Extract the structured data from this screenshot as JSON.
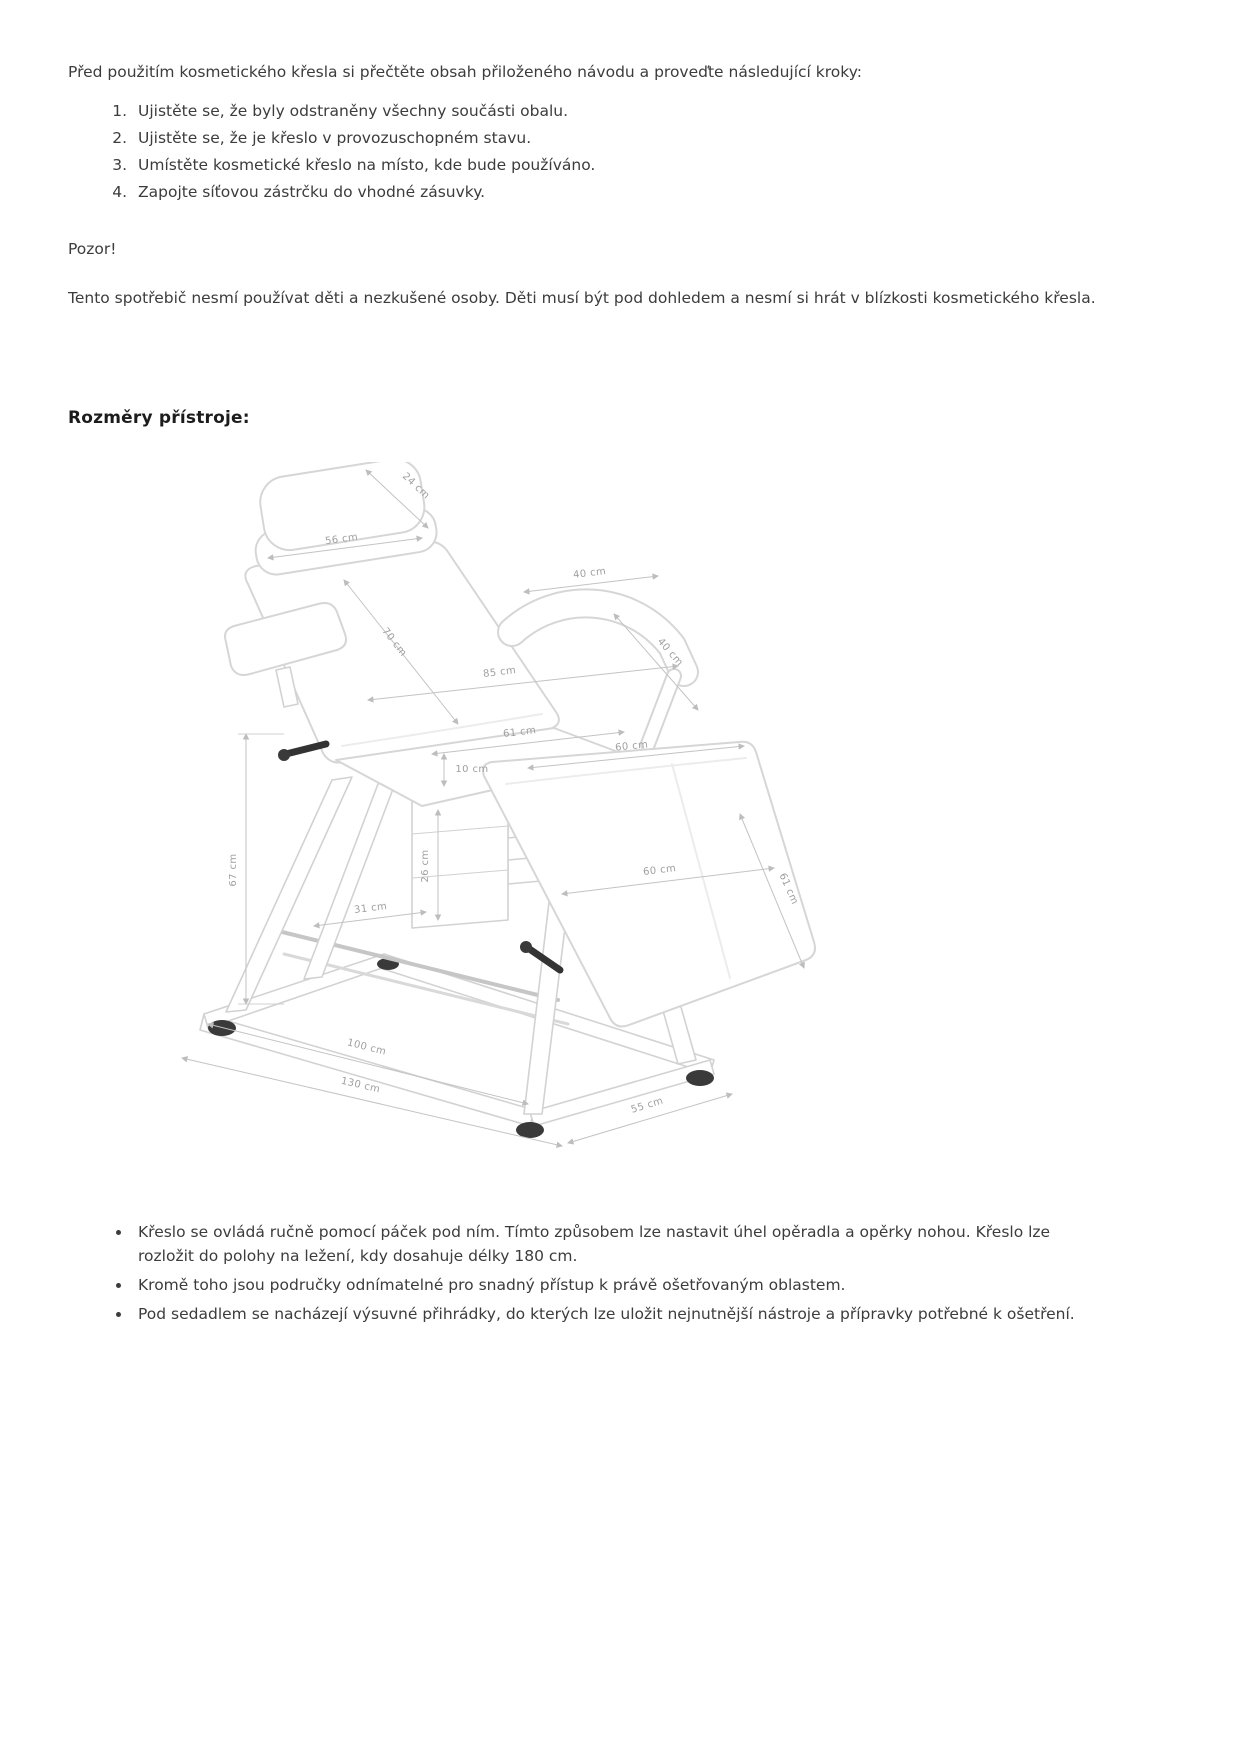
{
  "page": {
    "intro": "Před použitím kosmetického křesla si přečtěte obsah přiloženého návodu a proveďte následující kroky:",
    "steps": [
      "Ujistěte se, že byly odstraněny všechny součásti obalu.",
      "Ujistěte se, že je křeslo v provozuschopném stavu.",
      "Umístěte kosmetické křeslo na místo, kde bude používáno.",
      "Zapojte síťovou zástrčku do vhodné zásuvky."
    ],
    "warning_title": "Pozor!",
    "warning_text": "Tento spotřebič nesmí používat děti a nezkušené osoby. Děti musí být pod dohledem a  nesmí si hrát v blízkosti kosmetického křesla.",
    "dimensions_heading": "Rozměry přístroje:",
    "notes": [
      "Křeslo se ovládá ručně pomocí páček pod ním. Tímto způsobem lze nastavit úhel opěradla a opěrky nohou. Křeslo lze rozložit do polohy na ležení, kdy dosahuje délky 180 cm.",
      "Kromě toho jsou područky odnímatelné pro snadný přístup k právě ošetřovaným oblastem.",
      "Pod sedadlem se nacházejí výsuvné přihrádky, do kterých lze uložit nejnutnější nástroje a přípravky potřebné k ošetření."
    ]
  },
  "diagram": {
    "labels": {
      "headrest_depth": "24 cm",
      "headrest_width": "56 cm",
      "backrest_length": "70 cm",
      "armrest_span": "40 cm",
      "armrest_length": "40 cm",
      "backrest_width": "85 cm",
      "seat_width": "61 cm",
      "seat_thickness": "10 cm",
      "legrest_top_width": "60 cm",
      "drawer_height": "26 cm",
      "legrest_width": "60 cm",
      "legrest_length": "61 cm",
      "frame_height": "67 cm",
      "base_inner": "31 cm",
      "base_length": "100 cm",
      "total_length": "130 cm",
      "base_width": "55 cm"
    }
  }
}
